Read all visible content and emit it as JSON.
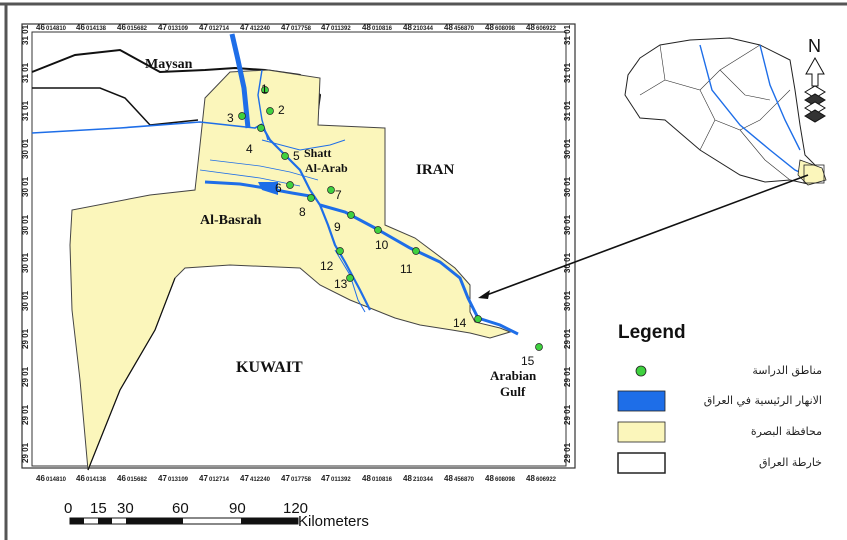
{
  "map": {
    "regions": {
      "maysan": "Maysan",
      "iran": "IRAN",
      "al_basrah": "Al-Basrah",
      "kuwait": "KUWAIT",
      "shatt_1": "Shatt",
      "shatt_2": "Al-Arab",
      "gulf_1": "Arabian",
      "gulf_2": "Gulf"
    },
    "sites": [
      "1",
      "2",
      "3",
      "4",
      "5",
      "6",
      "7",
      "8",
      "9",
      "10",
      "11",
      "12",
      "13",
      "14",
      "15"
    ],
    "top_ticks": [
      {
        "deg": "46",
        "min": "014810"
      },
      {
        "deg": "46",
        "min": "014138"
      },
      {
        "deg": "46",
        "min": "015682"
      },
      {
        "deg": "47",
        "min": "013109"
      },
      {
        "deg": "47",
        "min": "012714"
      },
      {
        "deg": "47",
        "min": "412240"
      },
      {
        "deg": "47",
        "min": "017758"
      },
      {
        "deg": "47",
        "min": "011392"
      },
      {
        "deg": "48",
        "min": "010816"
      },
      {
        "deg": "48",
        "min": "210344"
      },
      {
        "deg": "48",
        "min": "456870"
      },
      {
        "deg": "48",
        "min": "608098"
      },
      {
        "deg": "48",
        "min": "606922"
      }
    ],
    "side_ticks": [
      {
        "deg": "31",
        "min": "01"
      },
      {
        "deg": "31",
        "min": "01"
      },
      {
        "deg": "31",
        "min": "01"
      },
      {
        "deg": "30",
        "min": "01"
      },
      {
        "deg": "30",
        "min": "01"
      },
      {
        "deg": "30",
        "min": "01"
      },
      {
        "deg": "30",
        "min": "01"
      },
      {
        "deg": "30",
        "min": "01"
      },
      {
        "deg": "29",
        "min": "01"
      },
      {
        "deg": "29",
        "min": "01"
      },
      {
        "deg": "29",
        "min": "01"
      },
      {
        "deg": "29",
        "min": "01"
      }
    ],
    "compass": "N"
  },
  "legend": {
    "title": "Legend",
    "items": [
      {
        "label": "مناطق الدراسة",
        "symbol": "green-dot"
      },
      {
        "label": "الانهار الرئيسية في العراق",
        "symbol": "blue-fill"
      },
      {
        "label": "محافظة البصرة",
        "symbol": "yellow-fill"
      },
      {
        "label": "خارطة العراق",
        "symbol": "outline"
      }
    ]
  },
  "scale_bar": {
    "labels": [
      "0",
      "15",
      "30",
      "60",
      "90",
      "120"
    ],
    "unit": "Kilometers"
  },
  "colors": {
    "basrah_fill": "#fbf6bb",
    "river": "#1e6ee8",
    "site_dot": "#3fd13f",
    "frame": "#555555"
  }
}
